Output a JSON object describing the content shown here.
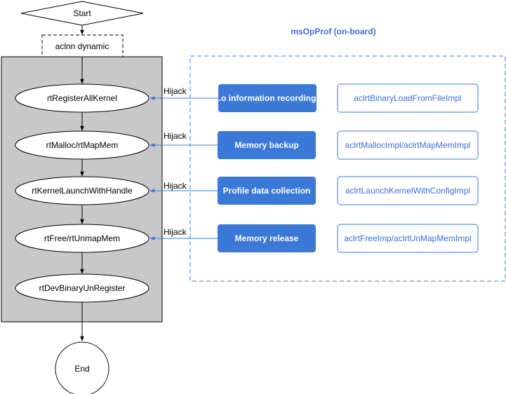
{
  "colors": {
    "accent": "#3b79d9",
    "accent_text": "#3b6fd6",
    "panel_fill": "#c8c8c8",
    "black": "#000000"
  },
  "flow": {
    "start": "Start",
    "acl_dynamic": "aclnn dynamic",
    "nodes": [
      "rtRegisterAllKernel",
      "rtMalloc/rtMapMem",
      "rtKernelLaunchWithHandle",
      "rtFree/rtUnmapMem",
      "rtDevBinaryUnRegister"
    ],
    "end": "End"
  },
  "hijack_label": "Hijack",
  "msopprof": {
    "title": "msOpProf (on-board)",
    "actions": [
      ".o information recording",
      "Memory backup",
      "Profile data collection",
      "Memory release"
    ],
    "impls": [
      "aclrtBinaryLoadFromFileImpl",
      "aclrtMallocImpl/aclrtMapMemImpl",
      "aclrtLaunchKernelWithConfigImpl",
      "aclrtFreeImp/aclrtUnMapMemImpl"
    ]
  }
}
